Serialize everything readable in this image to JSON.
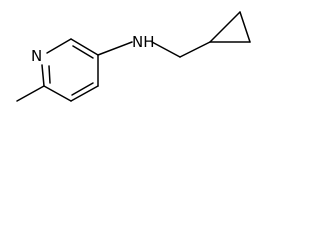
{
  "molecule": {
    "atoms": [
      {
        "id": "n_pyridine",
        "symbol": "N"
      },
      {
        "id": "n_amine",
        "symbol": "NH"
      }
    ]
  }
}
